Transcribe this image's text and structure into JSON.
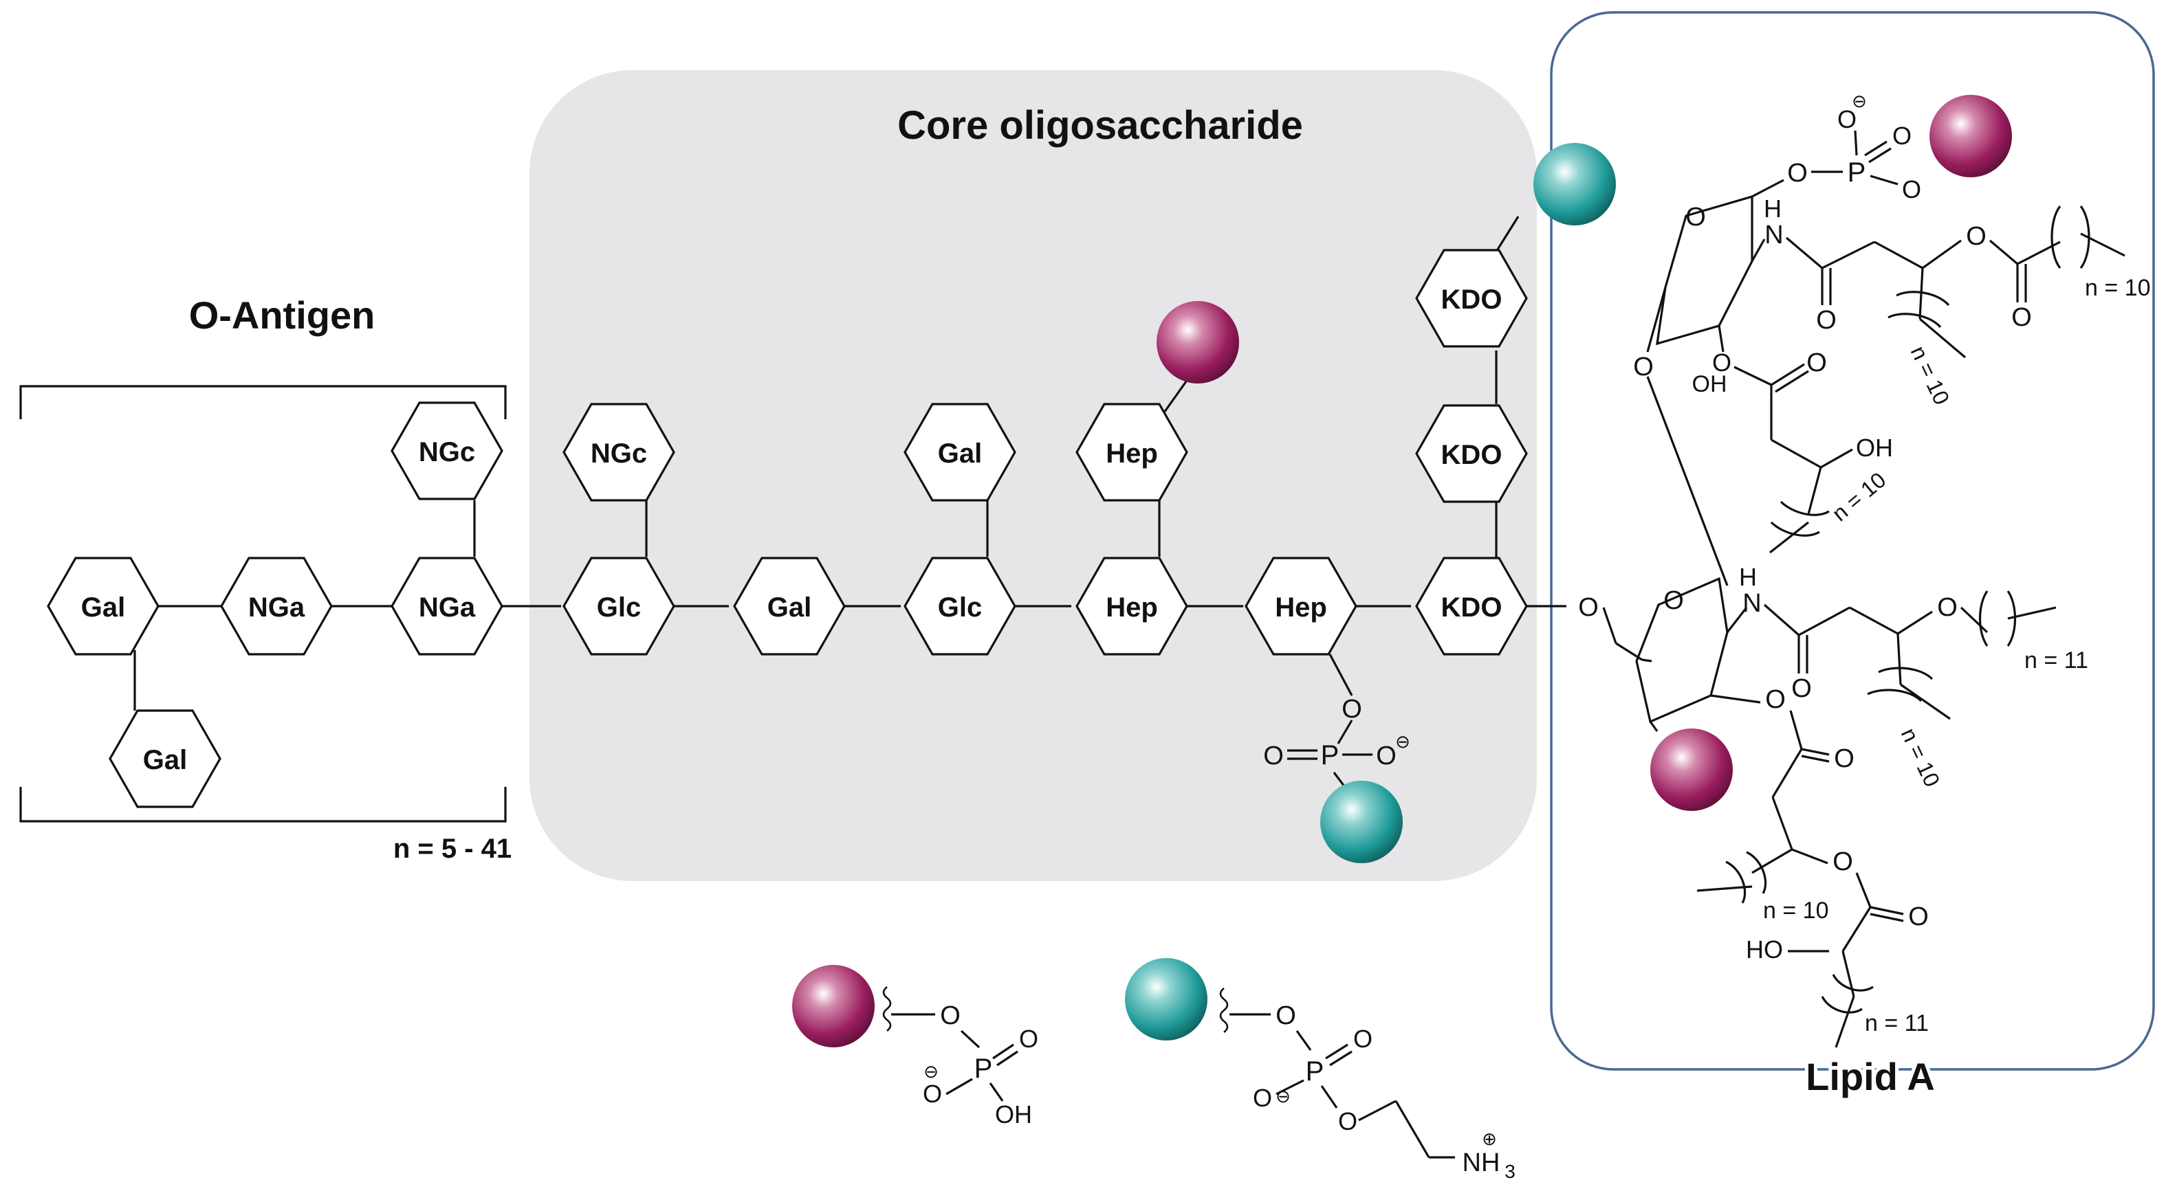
{
  "titles": {
    "o_antigen": "O-Antigen",
    "core": "Core oligosaccharide",
    "lipid_a": "Lipid A",
    "repeat_n": "n = 5 - 41"
  },
  "sugars": {
    "o_gal1": "Gal",
    "o_nga1": "NGa",
    "o_nga2": "NGa",
    "o_ngc": "NGc",
    "o_gal2": "Gal",
    "c_glc1": "Glc",
    "c_ngc": "NGc",
    "c_gal1": "Gal",
    "c_glc2": "Glc",
    "c_gal2": "Gal",
    "c_hep1": "Hep",
    "c_hep_top": "Hep",
    "c_hep2": "Hep",
    "c_kdo1": "KDO",
    "c_kdo2": "KDO",
    "c_kdo3": "KDO"
  },
  "atoms": {
    "O": "O",
    "P": "P",
    "N": "N",
    "H": "H",
    "OH": "OH",
    "HO": "HO",
    "minus": "⊖",
    "plus": "⊕",
    "nh3_main": "NH",
    "nh3_sub": "3"
  },
  "chain_labels": {
    "n10": "n = 10",
    "n11": "n = 11"
  },
  "colors": {
    "phosphate_ball": "#9a1e5f",
    "phosphoethanolamine_ball": "#1f9b99",
    "core_box": "#e6e5e7",
    "lipid_box_border": "#4a6893"
  }
}
